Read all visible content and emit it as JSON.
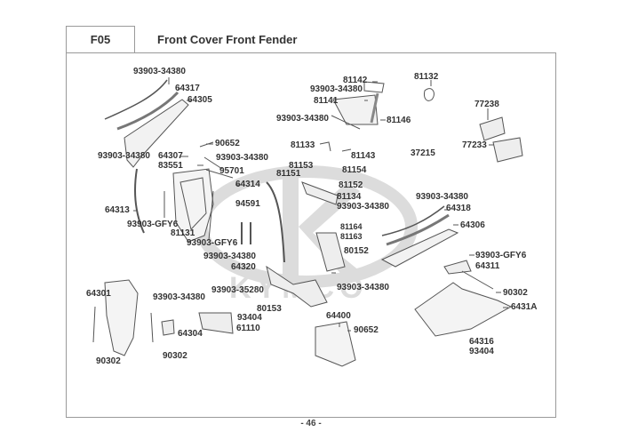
{
  "header": {
    "section_code": "F05",
    "title": "Front Cover  Front Fender"
  },
  "footer": {
    "page_number": "- 46 -"
  },
  "watermark": {
    "text": "KYMCO",
    "color": "#d9d9d9"
  },
  "colors": {
    "frame": "#9a9a9a",
    "text": "#333333",
    "part_line": "#555555"
  },
  "callouts": [
    {
      "id": "c1",
      "part_no": "93903-34380"
    },
    {
      "id": "c2",
      "part_no": "64317"
    },
    {
      "id": "c3",
      "part_no": "64305"
    },
    {
      "id": "c4",
      "part_no": "90652"
    },
    {
      "id": "c5",
      "part_no": "93903-34380"
    },
    {
      "id": "c6",
      "part_no": "64307"
    },
    {
      "id": "c7",
      "part_no": "93903-34380"
    },
    {
      "id": "c8",
      "part_no": "83551"
    },
    {
      "id": "c9",
      "part_no": "95701"
    },
    {
      "id": "c10",
      "part_no": "64314"
    },
    {
      "id": "c11",
      "part_no": "64313"
    },
    {
      "id": "c12",
      "part_no": "94591"
    },
    {
      "id": "c13",
      "part_no": "93903-GFY6"
    },
    {
      "id": "c14",
      "part_no": "81131"
    },
    {
      "id": "c15",
      "part_no": "93903-GFY6"
    },
    {
      "id": "c16",
      "part_no": "81142"
    },
    {
      "id": "c17",
      "part_no": "93903-34380"
    },
    {
      "id": "c18",
      "part_no": "81141"
    },
    {
      "id": "c19",
      "part_no": "93903-34380"
    },
    {
      "id": "c20",
      "part_no": "81146"
    },
    {
      "id": "c21",
      "part_no": "81132"
    },
    {
      "id": "c22",
      "part_no": "81133"
    },
    {
      "id": "c23",
      "part_no": "81143"
    },
    {
      "id": "c24",
      "part_no": "81153"
    },
    {
      "id": "c25",
      "part_no": "81151"
    },
    {
      "id": "c26",
      "part_no": "81154"
    },
    {
      "id": "c27",
      "part_no": "81152"
    },
    {
      "id": "c28",
      "part_no": "81134"
    },
    {
      "id": "c29",
      "part_no": "93903-34380"
    },
    {
      "id": "c30",
      "part_no": "81164"
    },
    {
      "id": "c31",
      "part_no": "81163"
    },
    {
      "id": "c32",
      "part_no": "80152"
    },
    {
      "id": "c33",
      "part_no": "37215"
    },
    {
      "id": "c34",
      "part_no": "77238"
    },
    {
      "id": "c35",
      "part_no": "77233"
    },
    {
      "id": "c36",
      "part_no": "93903-34380"
    },
    {
      "id": "c37",
      "part_no": "64318"
    },
    {
      "id": "c38",
      "part_no": "64306"
    },
    {
      "id": "c39",
      "part_no": "93903-GFY6"
    },
    {
      "id": "c40",
      "part_no": "64311"
    },
    {
      "id": "c41",
      "part_no": "90302"
    },
    {
      "id": "c42",
      "part_no": "6431A"
    },
    {
      "id": "c43",
      "part_no": "64316"
    },
    {
      "id": "c44",
      "part_no": "93404"
    },
    {
      "id": "c45",
      "part_no": "93903-34380"
    },
    {
      "id": "c46",
      "part_no": "64320"
    },
    {
      "id": "c47",
      "part_no": "93903-35280"
    },
    {
      "id": "c48",
      "part_no": "93903-34380"
    },
    {
      "id": "c49",
      "part_no": "80153"
    },
    {
      "id": "c50",
      "part_no": "64301"
    },
    {
      "id": "c51",
      "part_no": "93903-34380"
    },
    {
      "id": "c52",
      "part_no": "64304"
    },
    {
      "id": "c53",
      "part_no": "93404"
    },
    {
      "id": "c54",
      "part_no": "61110"
    },
    {
      "id": "c55",
      "part_no": "90302"
    },
    {
      "id": "c56",
      "part_no": "90302"
    },
    {
      "id": "c57",
      "part_no": "64400"
    },
    {
      "id": "c58",
      "part_no": "90652"
    }
  ]
}
